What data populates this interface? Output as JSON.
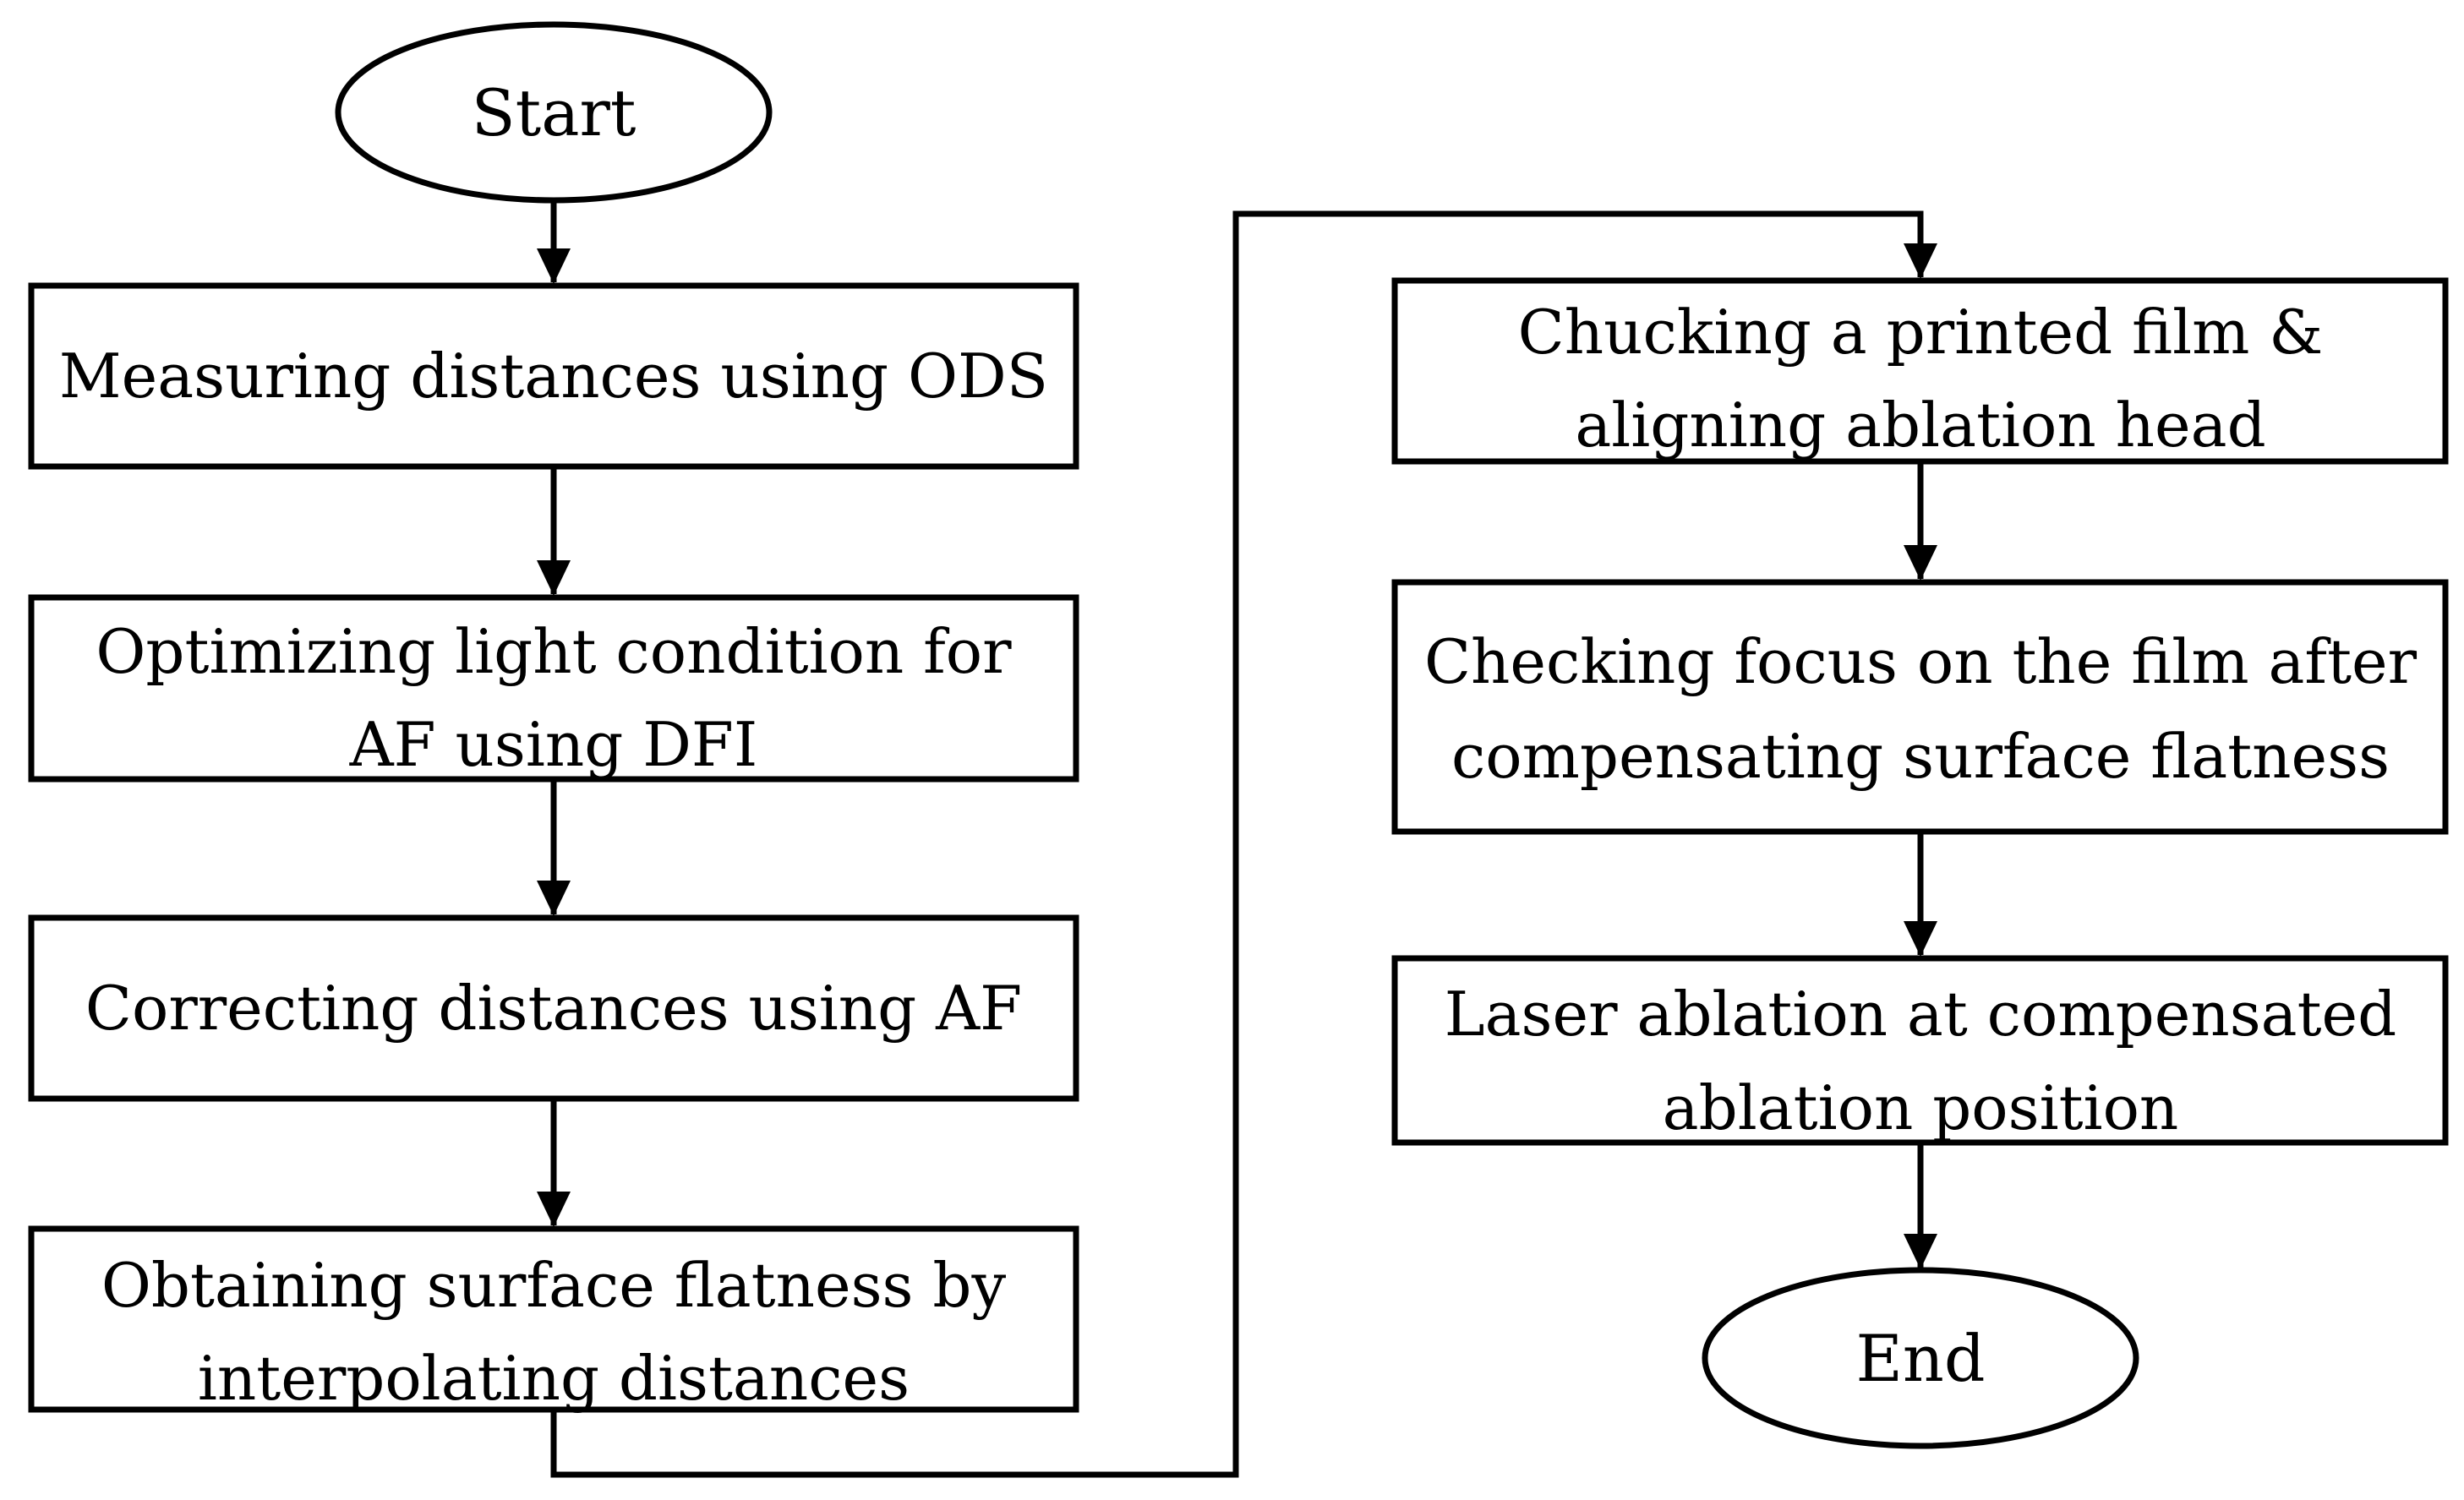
{
  "diagram": {
    "type": "flowchart",
    "colors": {
      "stroke": "#000000",
      "fill": "#ffffff",
      "text": "#000000"
    },
    "start": {
      "label": "Start"
    },
    "end": {
      "label": "End"
    },
    "steps": [
      {
        "id": "measure",
        "lines": [
          "Measuring distances using ODS"
        ]
      },
      {
        "id": "optimize",
        "lines": [
          "Optimizing light condition for",
          "AF using DFI"
        ]
      },
      {
        "id": "correct",
        "lines": [
          "Correcting distances using AF"
        ]
      },
      {
        "id": "obtain",
        "lines": [
          "Obtaining surface flatness by",
          "interpolating distances"
        ]
      },
      {
        "id": "chuck",
        "lines": [
          "Chucking a printed film &",
          "aligning ablation head"
        ]
      },
      {
        "id": "check",
        "lines": [
          "Checking focus on the film after",
          "compensating surface flatness"
        ]
      },
      {
        "id": "laser",
        "lines": [
          "Laser ablation at compensated",
          "ablation position"
        ]
      }
    ],
    "connections": [
      [
        "start",
        "measure"
      ],
      [
        "measure",
        "optimize"
      ],
      [
        "optimize",
        "correct"
      ],
      [
        "correct",
        "obtain"
      ],
      [
        "obtain",
        "chuck"
      ],
      [
        "chuck",
        "check"
      ],
      [
        "check",
        "laser"
      ],
      [
        "laser",
        "end"
      ]
    ]
  }
}
